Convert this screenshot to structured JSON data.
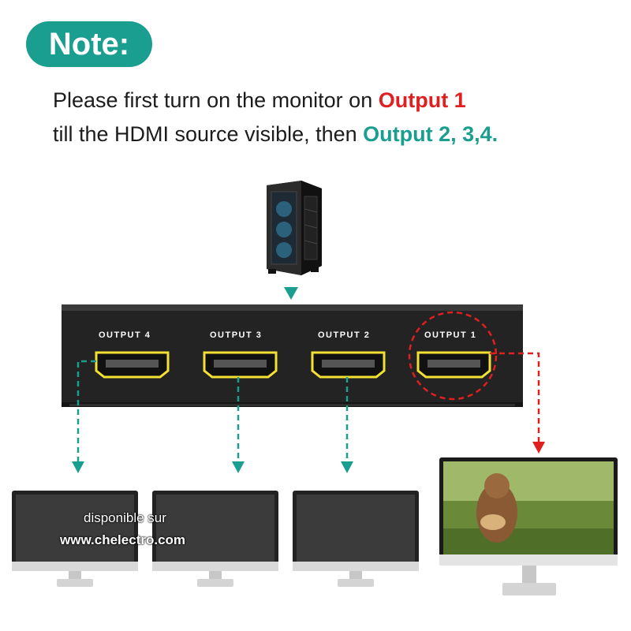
{
  "note": {
    "badge": "Note:",
    "line1_prefix": "Please first turn on the monitor on ",
    "line1_highlight": "Output 1",
    "line2_prefix": "till the HDMI source visible, then ",
    "line2_highlight": "Output 2, 3,4."
  },
  "splitter": {
    "ports": [
      {
        "label": "OUTPUT 4"
      },
      {
        "label": "OUTPUT 3"
      },
      {
        "label": "OUTPUT 2"
      },
      {
        "label": "OUTPUT 1"
      }
    ]
  },
  "watermark": {
    "line1": "disponible sur",
    "line2": "www.chelectro.com"
  },
  "colors": {
    "accent": "#1a9e8f",
    "highlight": "#e02020",
    "port_outline": "#f2e033"
  },
  "icons": {
    "source": "pc-tower-icon",
    "displays": "monitor-icon"
  }
}
